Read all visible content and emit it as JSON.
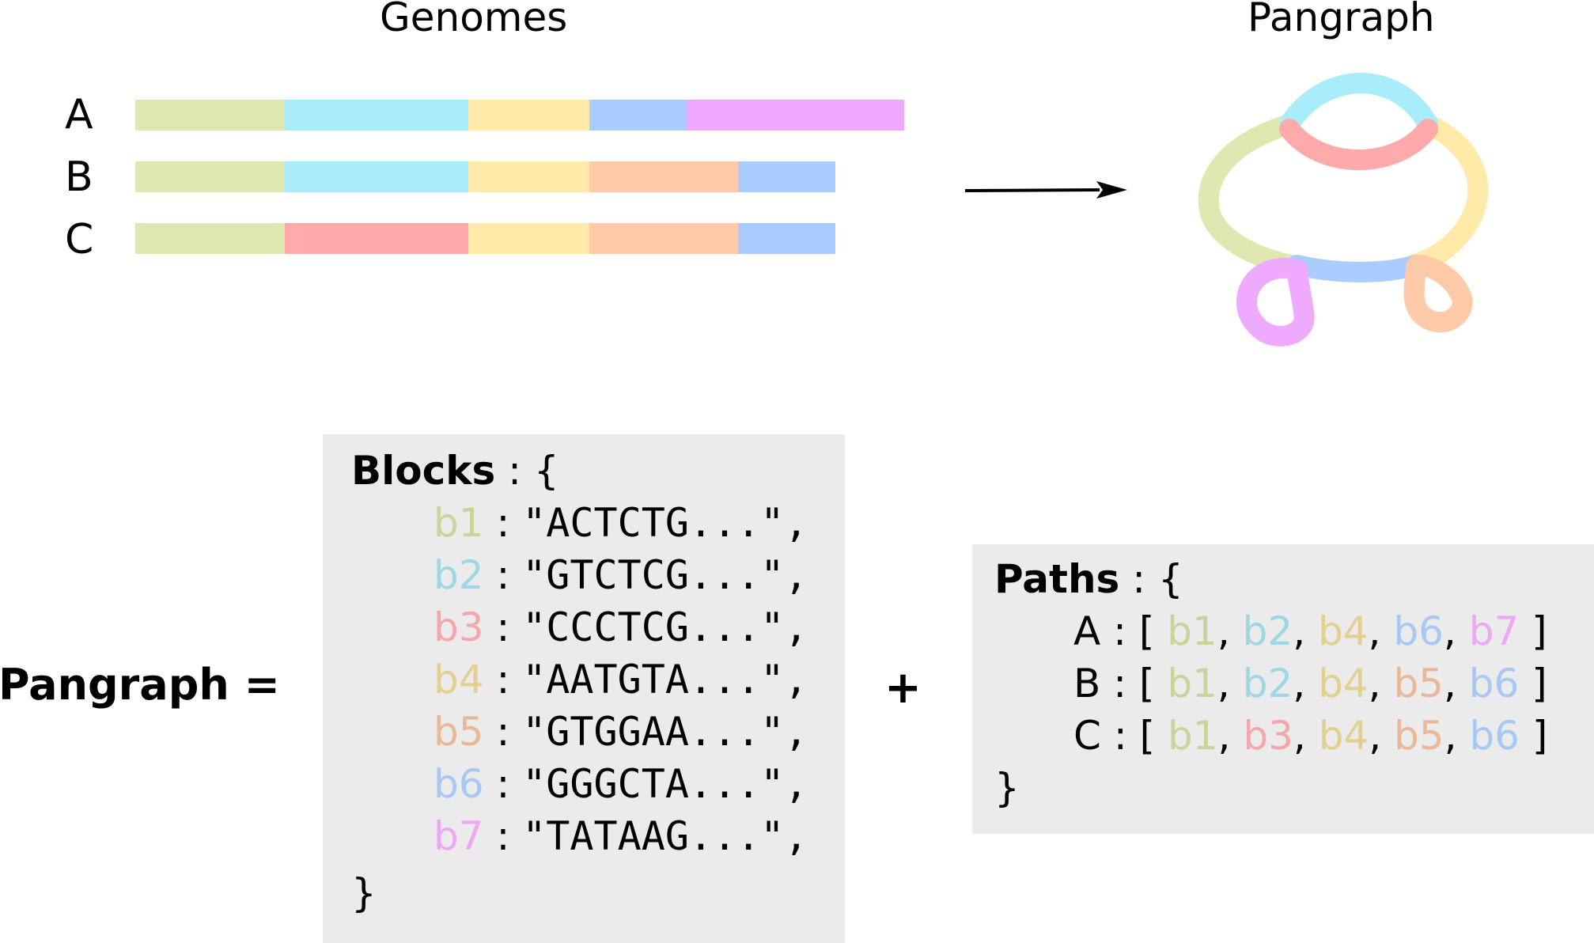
{
  "headings": {
    "genomes": "Genomes",
    "pangraph": "Pangraph"
  },
  "colors": {
    "b1": "#dfe8b0",
    "b2": "#a9ecfa",
    "b3": "#ffaaaa",
    "b4": "#ffeaaa",
    "b5": "#ffcaa7",
    "b6": "#aaccff",
    "b7": "#eeaaff"
  },
  "text_colors": {
    "b1": "#c8d49a",
    "b2": "#9ed6e5",
    "b3": "#f2a8a8",
    "b4": "#e4d08e",
    "b5": "#e8b898",
    "b6": "#a8c8f4",
    "b7": "#eea6f6"
  },
  "genomes": [
    {
      "label": "A",
      "segments": [
        {
          "block": "b1",
          "length": 189
        },
        {
          "block": "b2",
          "length": 232
        },
        {
          "block": "b4",
          "length": 153
        },
        {
          "block": "b6",
          "length": 123
        },
        {
          "block": "b7",
          "length": 275
        }
      ]
    },
    {
      "label": "B",
      "segments": [
        {
          "block": "b1",
          "length": 189
        },
        {
          "block": "b2",
          "length": 232
        },
        {
          "block": "b4",
          "length": 153
        },
        {
          "block": "b5",
          "length": 188
        },
        {
          "block": "b6",
          "length": 123
        }
      ]
    },
    {
      "label": "C",
      "segments": [
        {
          "block": "b1",
          "length": 189
        },
        {
          "block": "b3",
          "length": 232
        },
        {
          "block": "b4",
          "length": 153
        },
        {
          "block": "b5",
          "length": 188
        },
        {
          "block": "b6",
          "length": 123
        }
      ]
    }
  ],
  "equation": {
    "lhs": "Pangraph =",
    "plus": "+"
  },
  "blocks_box": {
    "keyword": "Blocks",
    "open": " : {",
    "close": "}",
    "entries": [
      {
        "name": "b1",
        "sep": " : ",
        "value": "\"ACTCTG...\","
      },
      {
        "name": "b2",
        "sep": " : ",
        "value": "\"GTCTCG...\","
      },
      {
        "name": "b3",
        "sep": " : ",
        "value": "\"CCCTCG...\","
      },
      {
        "name": "b4",
        "sep": " : ",
        "value": "\"AATGTA...\","
      },
      {
        "name": "b5",
        "sep": " : ",
        "value": "\"GTGGAA...\","
      },
      {
        "name": "b6",
        "sep": " : ",
        "value": "\"GGGCTA...\","
      },
      {
        "name": "b7",
        "sep": " : ",
        "value": "\"TATAAG...\","
      }
    ]
  },
  "paths_box": {
    "keyword": "Paths",
    "open": " : {",
    "close": "}",
    "entries": [
      {
        "genome": "A",
        "open": " : [ ",
        "blocks": [
          "b1",
          "b2",
          "b4",
          "b6",
          "b7"
        ],
        "comma": ", ",
        "close": " ]"
      },
      {
        "genome": "B",
        "open": " : [ ",
        "blocks": [
          "b1",
          "b2",
          "b4",
          "b5",
          "b6"
        ],
        "comma": ", ",
        "close": " ]"
      },
      {
        "genome": "C",
        "open": " : [ ",
        "blocks": [
          "b1",
          "b3",
          "b4",
          "b5",
          "b6"
        ],
        "comma": ", ",
        "close": " ]"
      }
    ]
  }
}
